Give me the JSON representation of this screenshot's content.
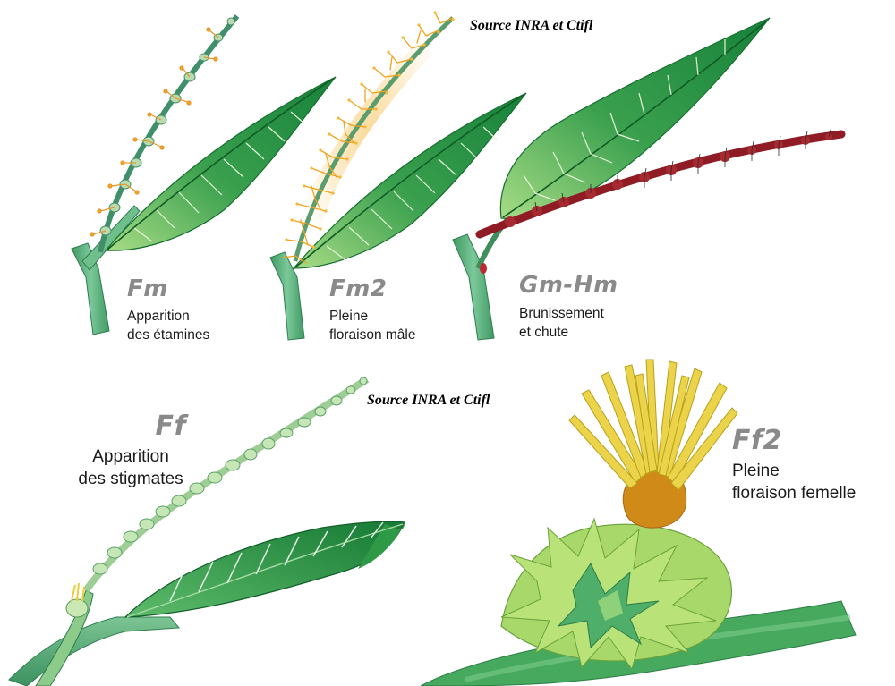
{
  "sources": {
    "top": "Source INRA et Ctifl",
    "middle": "Source INRA et Ctifl"
  },
  "stages": [
    {
      "code": "Fm",
      "line1": "Apparition",
      "line2": "des étamines"
    },
    {
      "code": "Fm2",
      "line1": "Pleine",
      "line2": "floraison mâle"
    },
    {
      "code": "Gm-Hm",
      "line1": "Brunissement",
      "line2": "et chute"
    },
    {
      "code": "Ff",
      "line1": "Apparition",
      "line2": "des stigmates"
    },
    {
      "code": "Ff2",
      "line1": "Pleine",
      "line2": "floraison femelle"
    }
  ],
  "colors": {
    "leaf_dark": "#1f8a3a",
    "leaf_light": "#8fd07a",
    "stem": "#5fb37a",
    "catkin_orange": "#f2a81e",
    "catkin_brown": "#8f1c24",
    "stigma_yellow": "#e8cf3a",
    "label_gray": "#8a8a8a"
  }
}
